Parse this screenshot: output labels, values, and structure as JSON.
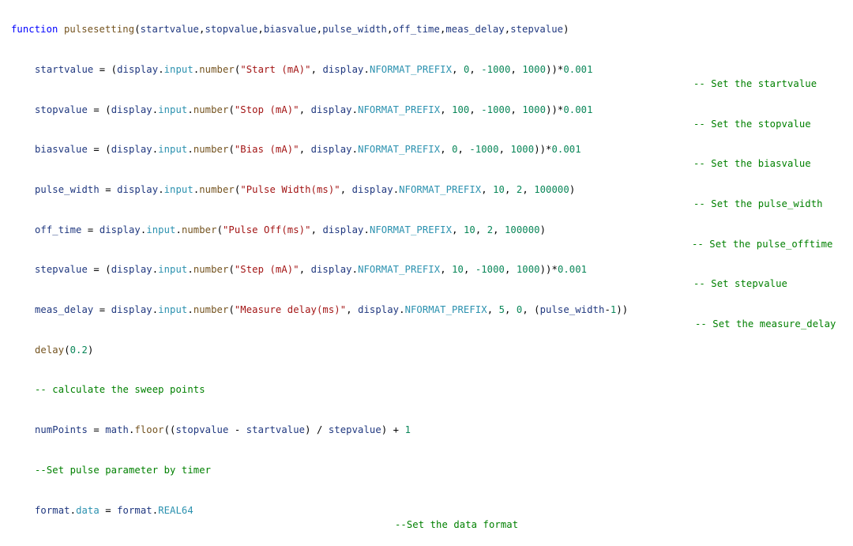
{
  "lines": [
    {
      "name": "function-signature-line",
      "tokens": [
        [
          "kw",
          "function"
        ],
        [
          "op",
          " "
        ],
        [
          "fn",
          "pulsesetting"
        ],
        [
          "op",
          "("
        ],
        [
          "id",
          "startvalue"
        ],
        [
          "op",
          ","
        ],
        [
          "id",
          "stopvalue"
        ],
        [
          "op",
          ","
        ],
        [
          "id",
          "biasvalue"
        ],
        [
          "op",
          ","
        ],
        [
          "id",
          "pulse_width"
        ],
        [
          "op",
          ","
        ],
        [
          "id",
          "off_time"
        ],
        [
          "op",
          ","
        ],
        [
          "id",
          "meas_delay"
        ],
        [
          "op",
          ","
        ],
        [
          "id",
          "stepvalue"
        ],
        [
          "op",
          ")"
        ]
      ]
    },
    {
      "name": "startvalue-line",
      "tokens": [
        [
          "id",
          "startvalue"
        ],
        [
          "op",
          " = ("
        ],
        [
          "id",
          "display"
        ],
        [
          "op",
          "."
        ],
        [
          "mb",
          "input"
        ],
        [
          "op",
          "."
        ],
        [
          "fn",
          "number"
        ],
        [
          "op",
          "("
        ],
        [
          "str",
          "\"Start (mA)\""
        ],
        [
          "op",
          ", "
        ],
        [
          "id",
          "display"
        ],
        [
          "op",
          "."
        ],
        [
          "mb",
          "NFORMAT_PREFIX"
        ],
        [
          "op",
          ", "
        ],
        [
          "num",
          "0"
        ],
        [
          "op",
          ", "
        ],
        [
          "num",
          "-1000"
        ],
        [
          "op",
          ", "
        ],
        [
          "num",
          "1000"
        ],
        [
          "op",
          "))*"
        ],
        [
          "num",
          "0.001"
        ]
      ],
      "comment": "-- Set the startvalue"
    },
    {
      "name": "stopvalue-line",
      "tokens": [
        [
          "id",
          "stopvalue"
        ],
        [
          "op",
          " = ("
        ],
        [
          "id",
          "display"
        ],
        [
          "op",
          "."
        ],
        [
          "mb",
          "input"
        ],
        [
          "op",
          "."
        ],
        [
          "fn",
          "number"
        ],
        [
          "op",
          "("
        ],
        [
          "str",
          "\"Stop (mA)\""
        ],
        [
          "op",
          ", "
        ],
        [
          "id",
          "display"
        ],
        [
          "op",
          "."
        ],
        [
          "mb",
          "NFORMAT_PREFIX"
        ],
        [
          "op",
          ", "
        ],
        [
          "num",
          "100"
        ],
        [
          "op",
          ", "
        ],
        [
          "num",
          "-1000"
        ],
        [
          "op",
          ", "
        ],
        [
          "num",
          "1000"
        ],
        [
          "op",
          "))*"
        ],
        [
          "num",
          "0.001"
        ]
      ],
      "comment": "-- Set the stopvalue"
    },
    {
      "name": "biasvalue-line",
      "tokens": [
        [
          "id",
          "biasvalue"
        ],
        [
          "op",
          " = ("
        ],
        [
          "id",
          "display"
        ],
        [
          "op",
          "."
        ],
        [
          "mb",
          "input"
        ],
        [
          "op",
          "."
        ],
        [
          "fn",
          "number"
        ],
        [
          "op",
          "("
        ],
        [
          "str",
          "\"Bias (mA)\""
        ],
        [
          "op",
          ", "
        ],
        [
          "id",
          "display"
        ],
        [
          "op",
          "."
        ],
        [
          "mb",
          "NFORMAT_PREFIX"
        ],
        [
          "op",
          ", "
        ],
        [
          "num",
          "0"
        ],
        [
          "op",
          ", "
        ],
        [
          "num",
          "-1000"
        ],
        [
          "op",
          ", "
        ],
        [
          "num",
          "1000"
        ],
        [
          "op",
          "))*"
        ],
        [
          "num",
          "0.001"
        ]
      ],
      "comment": "-- Set the biasvalue"
    },
    {
      "name": "pulse-width-line",
      "tokens": [
        [
          "id",
          "pulse_width"
        ],
        [
          "op",
          " = "
        ],
        [
          "id",
          "display"
        ],
        [
          "op",
          "."
        ],
        [
          "mb",
          "input"
        ],
        [
          "op",
          "."
        ],
        [
          "fn",
          "number"
        ],
        [
          "op",
          "("
        ],
        [
          "str",
          "\"Pulse Width(ms)\""
        ],
        [
          "op",
          ", "
        ],
        [
          "id",
          "display"
        ],
        [
          "op",
          "."
        ],
        [
          "mb",
          "NFORMAT_PREFIX"
        ],
        [
          "op",
          ", "
        ],
        [
          "num",
          "10"
        ],
        [
          "op",
          ", "
        ],
        [
          "num",
          "2"
        ],
        [
          "op",
          ", "
        ],
        [
          "num",
          "100000"
        ],
        [
          "op",
          ")"
        ]
      ],
      "comment": "-- Set the pulse_width"
    },
    {
      "name": "off-time-line",
      "tokens": [
        [
          "id",
          "off_time"
        ],
        [
          "op",
          " = "
        ],
        [
          "id",
          "display"
        ],
        [
          "op",
          "."
        ],
        [
          "mb",
          "input"
        ],
        [
          "op",
          "."
        ],
        [
          "fn",
          "number"
        ],
        [
          "op",
          "("
        ],
        [
          "str",
          "\"Pulse Off(ms)\""
        ],
        [
          "op",
          ", "
        ],
        [
          "id",
          "display"
        ],
        [
          "op",
          "."
        ],
        [
          "mb",
          "NFORMAT_PREFIX"
        ],
        [
          "op",
          ", "
        ],
        [
          "num",
          "10"
        ],
        [
          "op",
          ", "
        ],
        [
          "num",
          "2"
        ],
        [
          "op",
          ", "
        ],
        [
          "num",
          "100000"
        ],
        [
          "op",
          ")"
        ]
      ],
      "comment": "-- Set the pulse_offtime"
    },
    {
      "name": "stepvalue-line",
      "tokens": [
        [
          "id",
          "stepvalue"
        ],
        [
          "op",
          " = ("
        ],
        [
          "id",
          "display"
        ],
        [
          "op",
          "."
        ],
        [
          "mb",
          "input"
        ],
        [
          "op",
          "."
        ],
        [
          "fn",
          "number"
        ],
        [
          "op",
          "("
        ],
        [
          "str",
          "\"Step (mA)\""
        ],
        [
          "op",
          ", "
        ],
        [
          "id",
          "display"
        ],
        [
          "op",
          "."
        ],
        [
          "mb",
          "NFORMAT_PREFIX"
        ],
        [
          "op",
          ", "
        ],
        [
          "num",
          "10"
        ],
        [
          "op",
          ", "
        ],
        [
          "num",
          "-1000"
        ],
        [
          "op",
          ", "
        ],
        [
          "num",
          "1000"
        ],
        [
          "op",
          "))*"
        ],
        [
          "num",
          "0.001"
        ]
      ],
      "comment": "-- Set stepvalue"
    },
    {
      "name": "meas-delay-line",
      "tokens": [
        [
          "id",
          "meas_delay"
        ],
        [
          "op",
          " = "
        ],
        [
          "id",
          "display"
        ],
        [
          "op",
          "."
        ],
        [
          "mb",
          "input"
        ],
        [
          "op",
          "."
        ],
        [
          "fn",
          "number"
        ],
        [
          "op",
          "("
        ],
        [
          "str",
          "\"Measure delay(ms)\""
        ],
        [
          "op",
          ", "
        ],
        [
          "id",
          "display"
        ],
        [
          "op",
          "."
        ],
        [
          "mb",
          "NFORMAT_PREFIX"
        ],
        [
          "op",
          ", "
        ],
        [
          "num",
          "5"
        ],
        [
          "op",
          ", "
        ],
        [
          "num",
          "0"
        ],
        [
          "op",
          ", ("
        ],
        [
          "id",
          "pulse_width"
        ],
        [
          "op",
          "-"
        ],
        [
          "num",
          "1"
        ],
        [
          "op",
          "))"
        ]
      ],
      "comment": "-- Set the measure_delay"
    },
    {
      "name": "delay-line",
      "tokens": [
        [
          "fn",
          "delay"
        ],
        [
          "op",
          "("
        ],
        [
          "num",
          "0.2"
        ],
        [
          "op",
          ")"
        ]
      ]
    },
    {
      "name": "sweep-comment-line",
      "tokens": [
        [
          "cm",
          "-- calculate the sweep points"
        ]
      ]
    },
    {
      "name": "numpoints-line",
      "tokens": [
        [
          "id",
          "numPoints"
        ],
        [
          "op",
          " = "
        ],
        [
          "id",
          "math"
        ],
        [
          "op",
          "."
        ],
        [
          "fn",
          "floor"
        ],
        [
          "op",
          "(("
        ],
        [
          "id",
          "stopvalue"
        ],
        [
          "op",
          " - "
        ],
        [
          "id",
          "startvalue"
        ],
        [
          "op",
          ") / "
        ],
        [
          "id",
          "stepvalue"
        ],
        [
          "op",
          ") + "
        ],
        [
          "num",
          "1"
        ]
      ]
    },
    {
      "name": "pulse-comment-line",
      "tokens": [
        [
          "cm",
          "--Set pulse parameter by timer"
        ]
      ]
    },
    {
      "name": "format-data-line",
      "tokens": [
        [
          "id",
          "format"
        ],
        [
          "op",
          "."
        ],
        [
          "mb",
          "data"
        ],
        [
          "op",
          " = "
        ],
        [
          "id",
          "format"
        ],
        [
          "op",
          "."
        ],
        [
          "mb",
          "REAL64"
        ]
      ],
      "comment": "--Set the data format"
    }
  ]
}
